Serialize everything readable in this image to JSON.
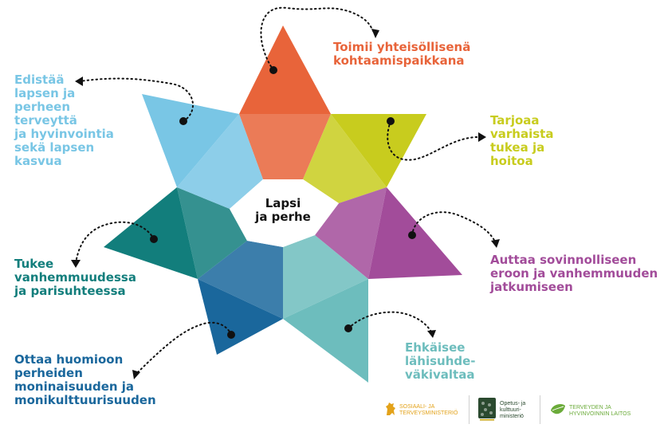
{
  "center": {
    "label": "Lapsi\nja perhe"
  },
  "segments": [
    {
      "id": "top",
      "text": "Toimii yhteisöllisenä\nkohtaamispaikkana",
      "color": "#e8643a"
    },
    {
      "id": "upper-right",
      "text": "Tarjoaa\nvarhaista\ntukea ja\nhoitoa",
      "color": "#c8cc1e"
    },
    {
      "id": "right",
      "text": "Auttaa sovinnolliseen\neroon ja vanhemmuuden\njatkumiseen",
      "color": "#a24c9a"
    },
    {
      "id": "lower-right",
      "text": "Ehkäisee\nlähisuhde-\nväkivaltaa",
      "color": "#6dbdbd"
    },
    {
      "id": "lower-left",
      "text": "Ottaa huomioon\nperheiden\nmoninaisuuden ja\nmonikulttuurisuuden",
      "color": "#1a679c"
    },
    {
      "id": "left",
      "text": "Tukee\nvanhemmuudessa\nja parisuhteessa",
      "color": "#127e7c"
    },
    {
      "id": "upper-left",
      "text": "Edistää\nlapsen ja\nperheen\nterveyttä\nja hyvinvointia\nsekä lapsen\nkasvua",
      "color": "#79c6e5"
    }
  ],
  "logos": {
    "stm": "SOSIAALI- JA\nTERVEYSMINISTERIÖ",
    "okm": "Opetus- ja\nkulttuuri-\nministeriö",
    "thl": "TERVEYDEN JA\nHYVINVOINNIN LAITOS"
  },
  "logo_colors": {
    "stm": "#e3a21a",
    "okm": "#2b4a2f",
    "thl": "#6bab3a"
  }
}
